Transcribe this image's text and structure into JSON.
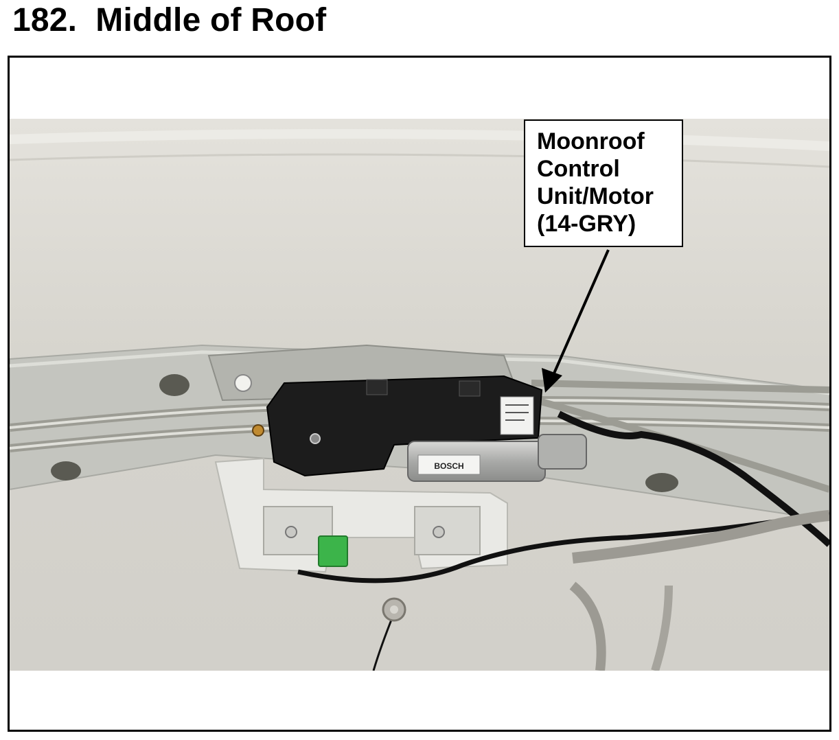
{
  "page": {
    "title": "182.  Middle of Roof"
  },
  "callout": {
    "lines": [
      "Moonroof",
      "Control",
      "Unit/Motor",
      "(14-GRY)"
    ]
  },
  "photo": {
    "subject": "moonroof-control-unit-motor",
    "motor_label": "BOSCH"
  },
  "colors": {
    "frame_border": "#000000",
    "headliner": "#dcdad3",
    "bracket": "#b9bab4",
    "motor_body": "#1c1c1c",
    "connector": "#3cb44a"
  }
}
